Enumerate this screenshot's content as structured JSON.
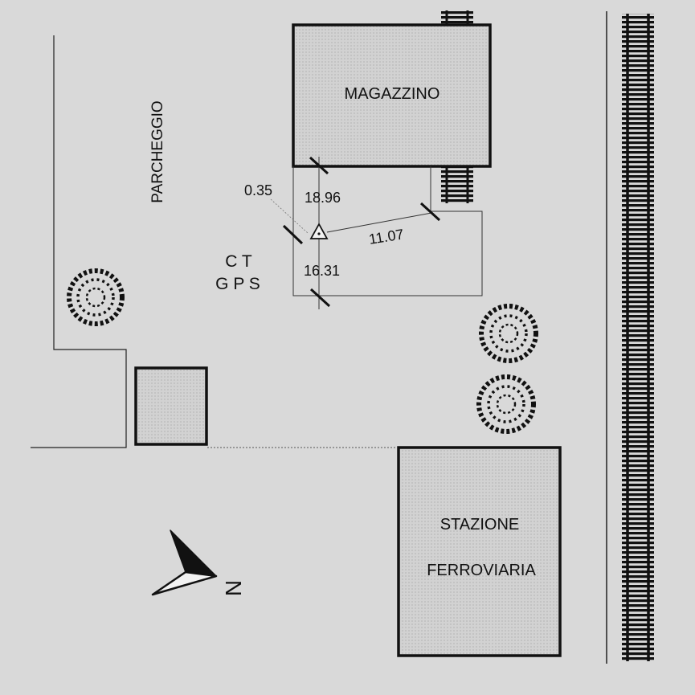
{
  "map": {
    "labels": {
      "warehouse": "MAGAZZINO",
      "parking": "PARCHEGGIO",
      "station_line1": "STAZIONE",
      "station_line2": "FERROVIARIA",
      "ct": "C T",
      "gps": "G P S",
      "north": "N"
    },
    "measurements": {
      "offset": "0.35",
      "to_warehouse": "18.96",
      "to_building": "11.07",
      "to_south": "16.31"
    },
    "icons": {
      "north_arrow": "north-arrow-icon",
      "control_point": "triangle-survey-point-icon",
      "tree": "tree-icon",
      "railway": "railway-track-icon"
    },
    "colors": {
      "background": "#d9d9d9",
      "building_fill": "#cfcfcf",
      "line": "#111111"
    }
  }
}
